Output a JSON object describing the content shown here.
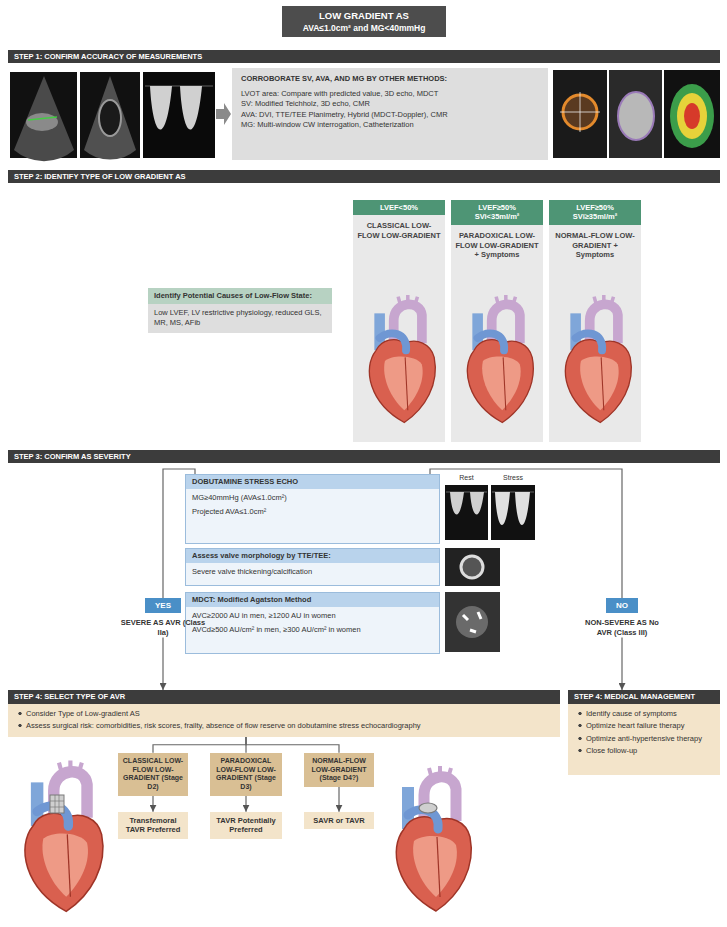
{
  "diagram": {
    "nodes": [
      {
        "text": [
          "LOW GRADIENT AS",
          "AVA≤1.0cm² and MG<40mmHg"
        ]
      },
      {
        "text": [
          "STEP 1: CONFIRM ACCURACY OF MEASUREMENTS"
        ]
      },
      {
        "text": [
          "CORROBORATE SV, AVA, AND MG BY OTHER METHODS:",
          "LVOT area: Compare with predicted value, 3D echo, MDCT",
          "SV: Modified Teichholz, 3D echo, CMR",
          "AVA: DVI, TTE/TEE Planimetry, Hybrid (MDCT-Doppler), CMR",
          "MG: Multi-window CW interrogation, Catheterization"
        ]
      },
      {
        "text": [
          "STEP 2: IDENTIFY TYPE OF LOW GRADIENT AS"
        ]
      },
      {
        "text": [
          "LVEF<50%",
          "CLASSICAL LOW-FLOW LOW-GRADIENT"
        ]
      },
      {
        "text": [
          "LVEF≥50% SVi<35ml/m²",
          "PARADOXICAL LOW-FLOW LOW-GRADIENT + Symptoms"
        ]
      },
      {
        "text": [
          "LVEF≥50% SVi≥35ml/m²",
          "NORMAL-FLOW LOW-GRADIENT + Symptoms"
        ]
      },
      {
        "text": [
          "Identify Potential Causes of Low-Flow State:",
          "Low LVEF, LV restrictive physiology, reduced GLS, MR, MS, AFib"
        ]
      },
      {
        "text": [
          "STEP 3: CONFIRM AS SEVERITY"
        ]
      },
      {
        "text": [
          "DOBUTAMINE STRESS ECHO",
          "MG≥40mmHg (AVA≤1.0cm²)",
          "Projected AVA≤1.0cm²"
        ]
      },
      {
        "text": [
          "Assess valve morphology by TTE/TEE:",
          "Severe valve thickening/calcification"
        ]
      },
      {
        "text": [
          "MDCT: Modified Agatston Method",
          "AVC≥2000 AU in men, ≥1200 AU in women",
          "AVCd≥500 AU/cm² in men, ≥300 AU/cm² in women"
        ]
      },
      {
        "text": [
          "YES",
          "SEVERE AS AVR (Class IIa)"
        ]
      },
      {
        "text": [
          "NO",
          "NON-SEVERE AS No AVR (Class III)"
        ]
      },
      {
        "text": [
          "STEP 4: SELECT TYPE OF AVR",
          "Consider Type of Low-gradient AS",
          "Assess surgical risk: comorbidities, risk scores, frailty, absence of flow reserve on dobutamine stress echocardiography"
        ]
      },
      {
        "text": [
          "STEP 4: MEDICAL MANAGEMENT",
          "Identify cause of symptoms",
          "Optimize heart failure therapy",
          "Optimize anti-hypertensive therapy",
          "Close follow-up"
        ]
      },
      {
        "text": [
          "CLASSICAL LOW-FLOW LOW-GRADIENT (Stage D2)"
        ]
      },
      {
        "text": [
          "PARADOXICAL LOW-FLOW LOW-GRADIENT (Stage D3)"
        ]
      },
      {
        "text": [
          "NORMAL-FLOW LOW-GRADIENT (Stage D4?)"
        ]
      },
      {
        "text": [
          "Transfemoral TAVR Preferred"
        ]
      },
      {
        "text": [
          "TAVR Potentially Preferred"
        ]
      },
      {
        "text": [
          "SAVR or TAVR"
        ]
      }
    ],
    "edges": [
      {
        "from": 9,
        "to": 12,
        "arrow": "none"
      },
      {
        "from": 9,
        "to": 13,
        "arrow": "none"
      },
      {
        "from": 12,
        "to": 14,
        "arrow": "to"
      },
      {
        "from": 13,
        "to": 15,
        "arrow": "to"
      },
      {
        "from": 14,
        "to": 16,
        "arrow": "none"
      },
      {
        "from": 14,
        "to": 17,
        "arrow": "none"
      },
      {
        "from": 14,
        "to": 18,
        "arrow": "none"
      },
      {
        "from": 16,
        "to": 19,
        "arrow": "to"
      },
      {
        "from": 17,
        "to": 20,
        "arrow": "to"
      },
      {
        "from": 18,
        "to": 21,
        "arrow": "to"
      }
    ],
    "labels": [
      "Rest",
      "Stress"
    ]
  }
}
